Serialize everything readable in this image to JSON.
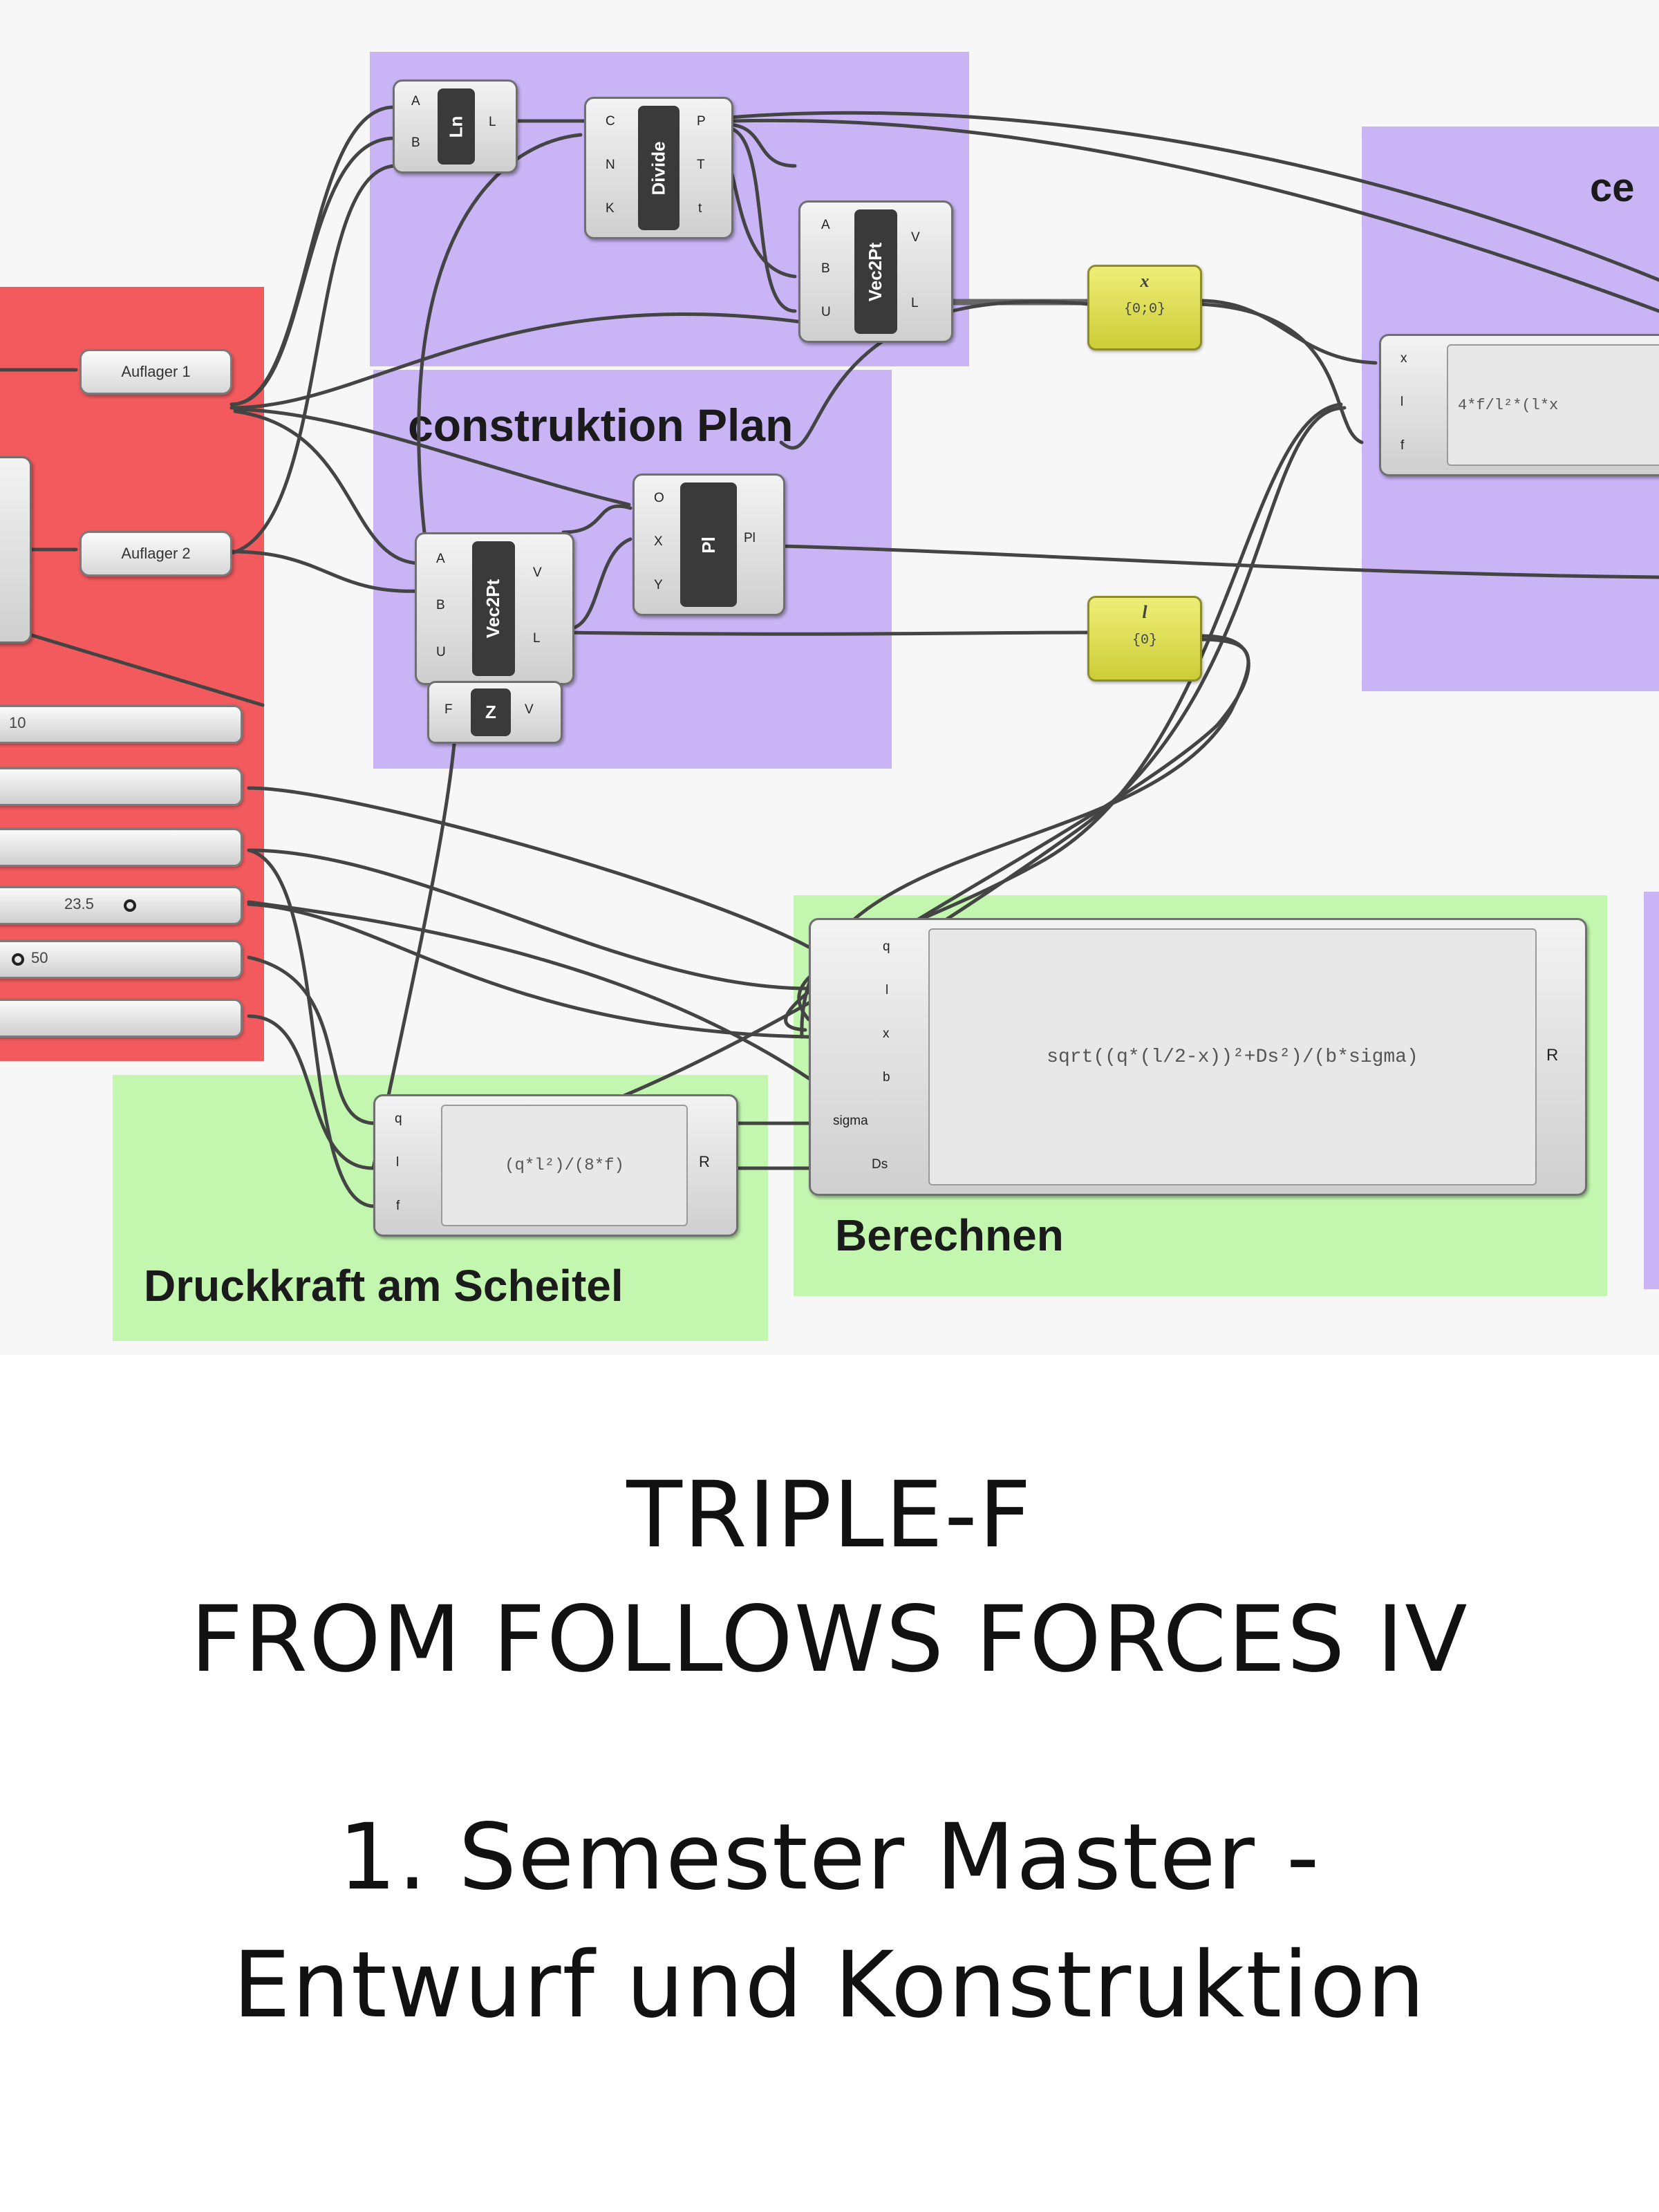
{
  "groups": {
    "construktion": "construktion Plan",
    "druckkraft": "Druckkraft am Scheitel",
    "berechnen": "Berechnen",
    "ce": "ce"
  },
  "components": {
    "ln": {
      "name": "Ln",
      "inputs": [
        "A",
        "B"
      ],
      "outputs": [
        "L"
      ]
    },
    "divide": {
      "name": "Divide",
      "inputs": [
        "C",
        "N",
        "K"
      ],
      "outputs": [
        "P",
        "T",
        "t"
      ]
    },
    "vec2pt_top": {
      "name": "Vec2Pt",
      "inputs": [
        "A",
        "B",
        "U"
      ],
      "outputs": [
        "V",
        "L"
      ]
    },
    "vec2pt_plan": {
      "name": "Vec2Pt",
      "inputs": [
        "A",
        "B",
        "U"
      ],
      "outputs": [
        "V",
        "L"
      ]
    },
    "pl": {
      "name": "Pl",
      "inputs": [
        "O",
        "X",
        "Y"
      ],
      "outputs": [
        "Pl"
      ]
    },
    "z": {
      "name": "Z",
      "inputs": [
        "F"
      ],
      "outputs": [
        "V"
      ]
    }
  },
  "panels": {
    "auflager1": "Auflager 1",
    "auflager2": "Auflager 2"
  },
  "sliders": [
    {
      "label": "10"
    },
    {
      "label": ""
    },
    {
      "label": ""
    },
    {
      "label": "23.5"
    },
    {
      "label": "50"
    },
    {
      "label": ""
    }
  ],
  "params": {
    "x": {
      "name": "x",
      "value": "{0;0}"
    },
    "l": {
      "name": "l",
      "value": "{0}"
    }
  },
  "expressions": {
    "druck": {
      "inputs": [
        "q",
        "l",
        "f"
      ],
      "output": "R",
      "formula": "(q*l²)/(8*f)"
    },
    "berechnen": {
      "inputs": [
        "q",
        "l",
        "x",
        "b",
        "sigma",
        "Ds"
      ],
      "output": "R",
      "formula": "sqrt((q*(l/2-x))²+Ds²)/(b*sigma)"
    },
    "parabel": {
      "inputs": [
        "x",
        "l",
        "f"
      ],
      "formula": "4*f/l²*(l*x"
    }
  },
  "caption": {
    "title_line1": "TRIPLE-F",
    "title_line2": "FROM FOLLOWS FORCES IV",
    "subtitle_line1": "1. Semester Master -",
    "subtitle_line2": "Entwurf und Konstruktion"
  },
  "colors": {
    "red_group": "#f25a5e",
    "purple_group": "#c9b5f6",
    "green_group": "#c3f7b0",
    "param_yellow": "#dede55",
    "wire": "#444444"
  }
}
